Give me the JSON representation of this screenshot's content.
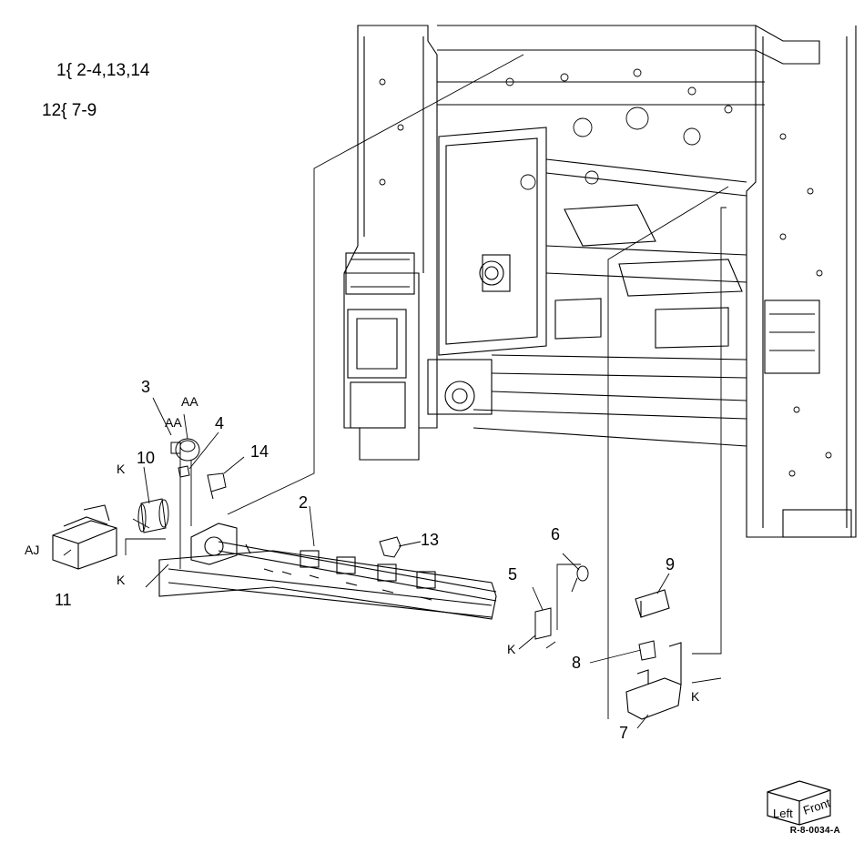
{
  "legend": {
    "line1": "1{ 2-4,13,14",
    "line2": "12{ 7-9"
  },
  "callouts": {
    "c2": "2",
    "c3": "3",
    "c4": "4",
    "c5": "5",
    "c6": "6",
    "c7": "7",
    "c8": "8",
    "c9": "9",
    "c10": "10",
    "c11": "11",
    "c13": "13",
    "c14": "14",
    "aa_top": "AA",
    "aa_left": "AA",
    "k_top": "K",
    "k_left": "K",
    "k_mid": "K",
    "k_right": "K",
    "aj": "AJ"
  },
  "orientation": {
    "left": "Left",
    "front": "Front"
  },
  "doc_id": "R-8-0034-A"
}
